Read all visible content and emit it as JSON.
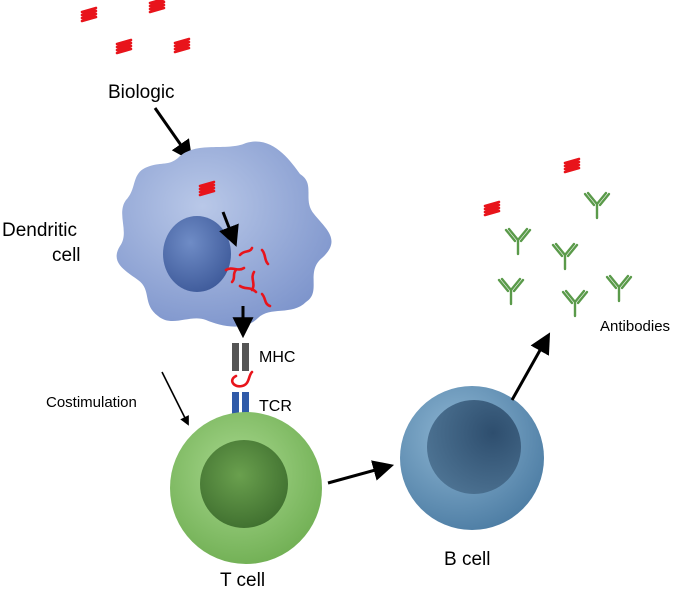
{
  "labels": {
    "biologic": "Biologic",
    "dendritic_line1": "Dendritic",
    "dendritic_line2": "cell",
    "costimulation": "Costimulation",
    "mhc": "MHC",
    "tcr": "TCR",
    "t_cell": "T cell",
    "b_cell": "B cell",
    "antibodies": "Antibodies"
  },
  "colors": {
    "biologic": "#e8141b",
    "dendritic_cell": "#8fa6d6",
    "mhc": "#555555",
    "tcr": "#2f5aa8",
    "t_cell": "#8cc46e",
    "b_cell": "#5f8db0",
    "antibody": "#5a9a4a"
  }
}
